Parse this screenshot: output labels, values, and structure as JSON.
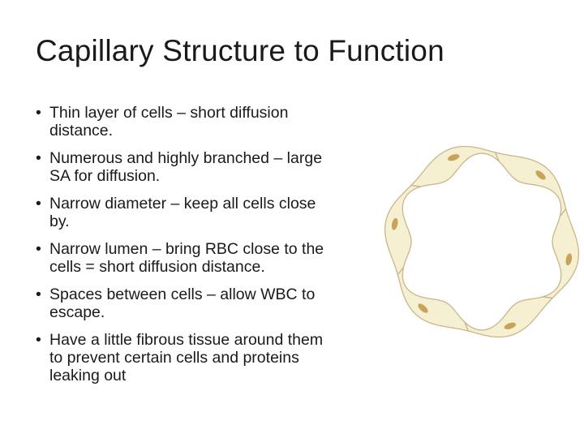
{
  "slide": {
    "title": "Capillary Structure to Function",
    "bullet_glyph": "•",
    "bullets": [
      "Thin layer of cells – short diffusion distance.",
      "Numerous and highly branched – large SA for diffusion.",
      "Narrow diameter – keep all cells close by.",
      "Narrow lumen – bring RBC close to the cells = short diffusion distance.",
      "Spaces between cells – allow WBC to escape.",
      "Have a little fibrous tissue around them to prevent certain cells and proteins leaking out"
    ]
  },
  "diagram": {
    "icon": "capillary-cross-section",
    "cell_count": 6,
    "colors": {
      "cell_fill": "#f6f0d3",
      "cell_outline": "#c9b58a",
      "nucleus": "#c9a35a"
    }
  }
}
